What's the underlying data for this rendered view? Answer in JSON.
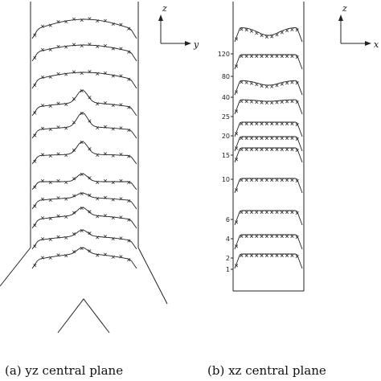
{
  "captions": {
    "a": "(a)   yz central plane",
    "b": "(b) xz central plane"
  },
  "panel_a": {
    "axis_labels": {
      "vertical": "z",
      "horizontal": "y"
    }
  },
  "panel_b": {
    "axis_labels": {
      "vertical": "z",
      "horizontal": "x"
    },
    "profile_labels": [
      "120",
      "80",
      "40",
      "25",
      "20",
      "15",
      "10",
      "6",
      "4",
      "2",
      "1"
    ]
  },
  "colors": {
    "line": "#222222",
    "marker": "#333333",
    "background": "#ffffff"
  }
}
